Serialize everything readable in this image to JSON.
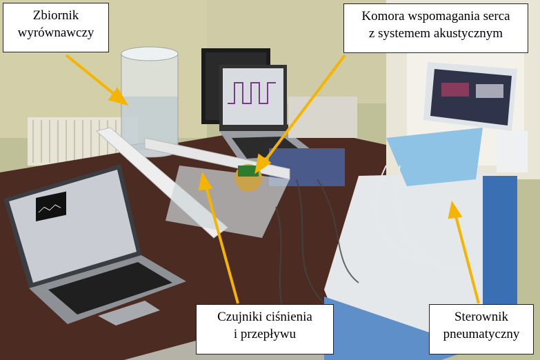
{
  "image": {
    "description_colors": {
      "wall": "#c9c59a",
      "floor": "#b9b6ac",
      "table": "#4a2a22",
      "arrow": "#f5b400",
      "device_body": "#e8ecef",
      "device_accent": "#8fc3e6"
    }
  },
  "labels": {
    "tank": [
      "Zbiornik",
      "wyrównawczy"
    ],
    "chamber": [
      "Komora wspomagania serca",
      "z systemem akustycznym"
    ],
    "sensors": [
      "Czujniki ciśnienia",
      "i przepływu"
    ],
    "controller": [
      "Sterownik",
      "pneumatyczny"
    ]
  }
}
